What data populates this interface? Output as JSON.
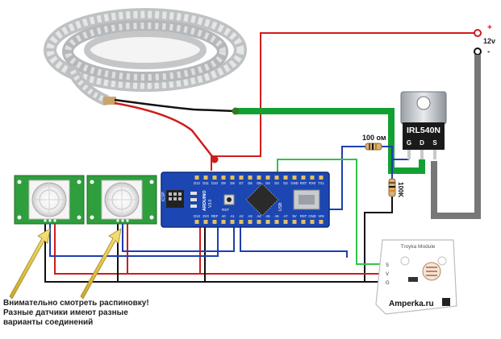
{
  "power": {
    "plus": "+",
    "voltage": "12v",
    "minus": "-"
  },
  "mosfet": {
    "model": "IRL540N",
    "pins": [
      "G",
      "D",
      "S"
    ]
  },
  "resistors": {
    "gate": "100 ом",
    "pulldown": "100K"
  },
  "arduino": {
    "name": "ARDUINO",
    "version": "V3.0",
    "pins_top": [
      "D12",
      "D11",
      "D10",
      "D9",
      "D8",
      "D7",
      "D6",
      "D5",
      "D4",
      "D3",
      "D2",
      "GND",
      "RST",
      "RX0",
      "TX1"
    ],
    "pins_bottom": [
      "D13",
      "3V3",
      "REF",
      "A0",
      "A1",
      "A2",
      "A3",
      "A4",
      "A5",
      "A6",
      "A7",
      "5V",
      "RST",
      "GND",
      "VIN"
    ],
    "icsp_label": "ICSP",
    "rst_label": "RST",
    "usb_label": "USB"
  },
  "light_module": {
    "title": "Troyka Module",
    "brand": "Amperka.ru",
    "pins": [
      "S",
      "V",
      "G"
    ]
  },
  "note": {
    "line1": "Внимательно смотреть распиновку!",
    "line2": "Разные  датчики  имеют  разные",
    "line3": "варианты соединений"
  },
  "colors": {
    "wire_red": "#d01c1c",
    "wire_blue": "#1f3fae",
    "wire_green": "#34c24a",
    "wire_power_green": "#13a033",
    "wire_black": "#111111",
    "wire_gray": "#777777",
    "pcb_blue": "#1c47b3",
    "pcb_green": "#2f9e3c",
    "arrow_yellow": "#e9cf45"
  }
}
